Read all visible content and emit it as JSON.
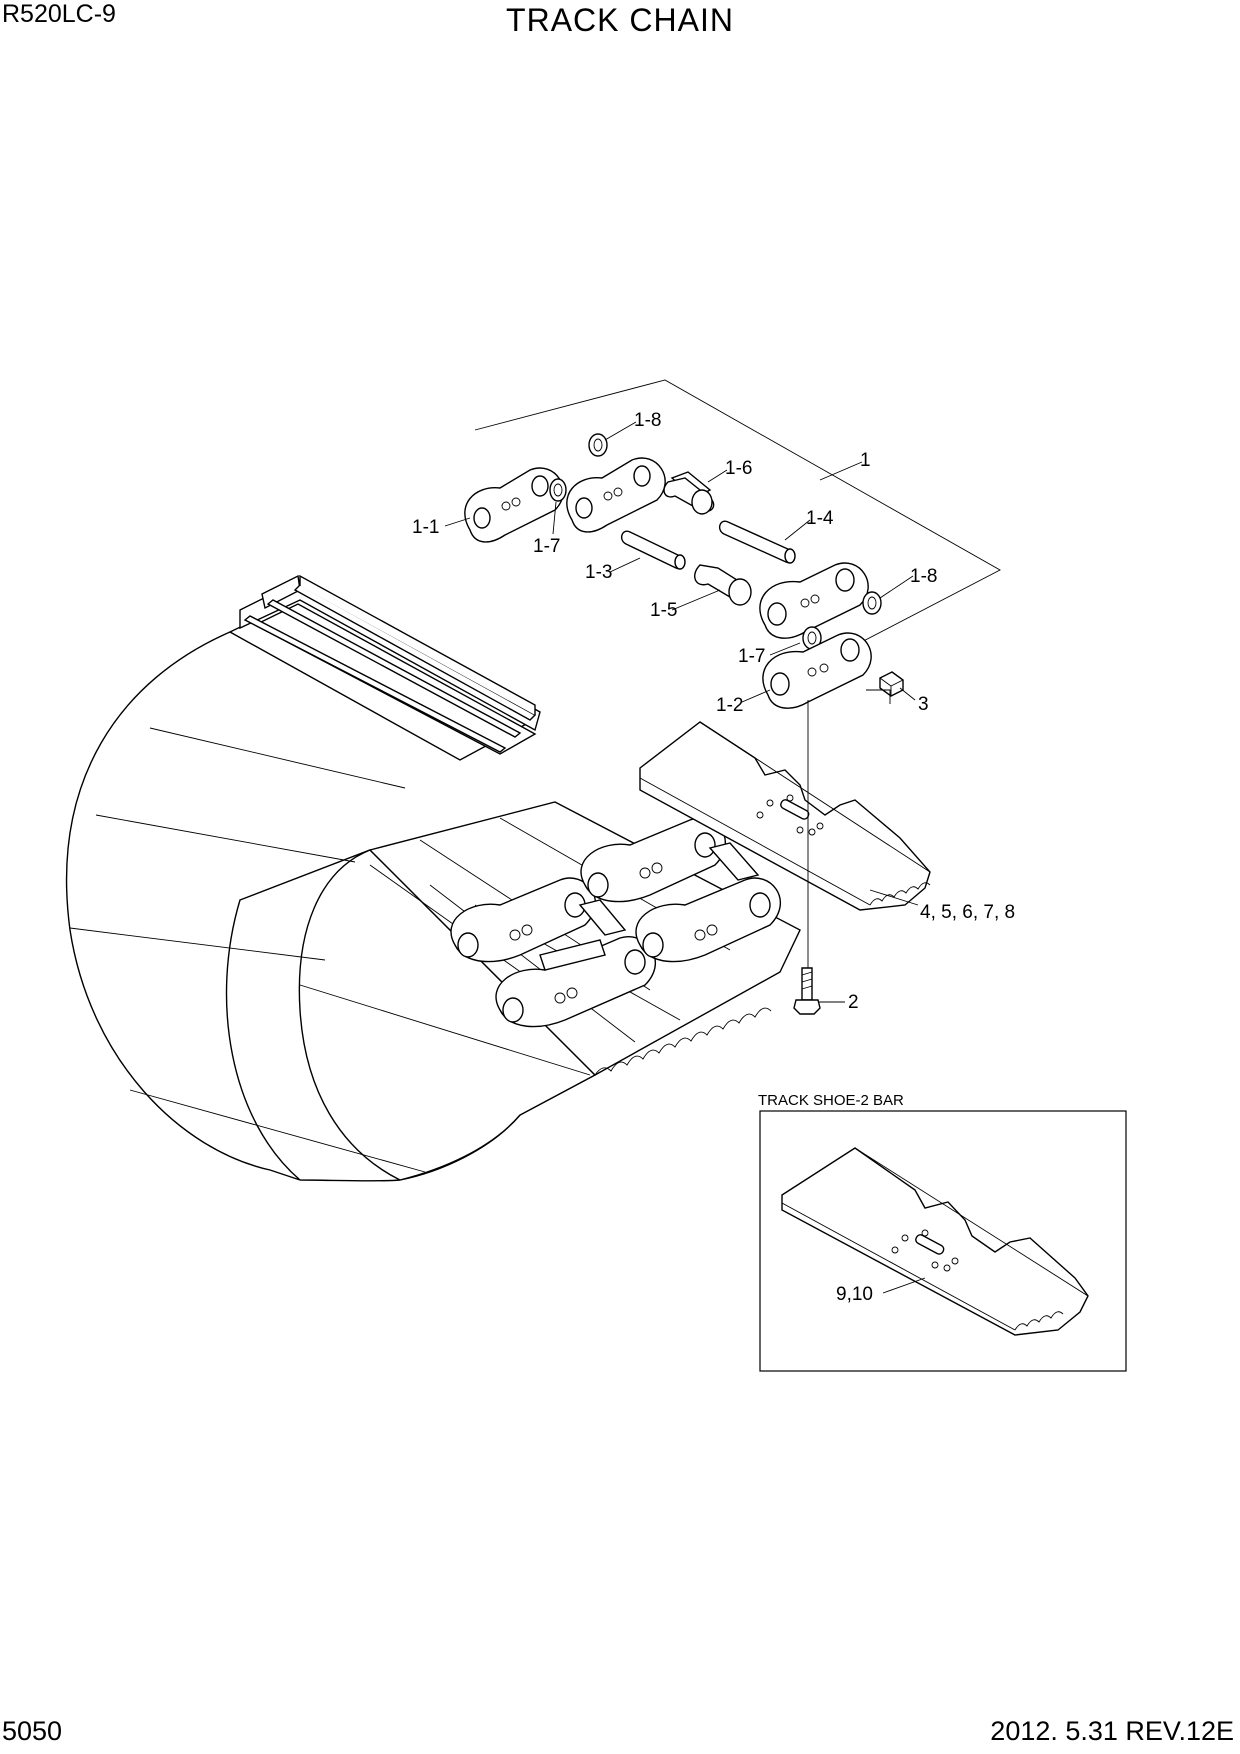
{
  "header": {
    "model": "R520LC-9",
    "title": "TRACK CHAIN"
  },
  "footer": {
    "page_number": "5050",
    "revision": "2012. 5.31  REV.12E"
  },
  "callouts": {
    "c1": "1",
    "c1_1": "1-1",
    "c1_2": "1-2",
    "c1_3": "1-3",
    "c1_4": "1-4",
    "c1_5": "1-5",
    "c1_6": "1-6",
    "c1_7a": "1-7",
    "c1_7b": "1-7",
    "c1_8a": "1-8",
    "c1_8b": "1-8",
    "c2": "2",
    "c3": "3",
    "c4_8": "4, 5, 6, 7, 8",
    "c9_10": "9,10"
  },
  "inset": {
    "title": "TRACK SHOE-2 BAR"
  }
}
